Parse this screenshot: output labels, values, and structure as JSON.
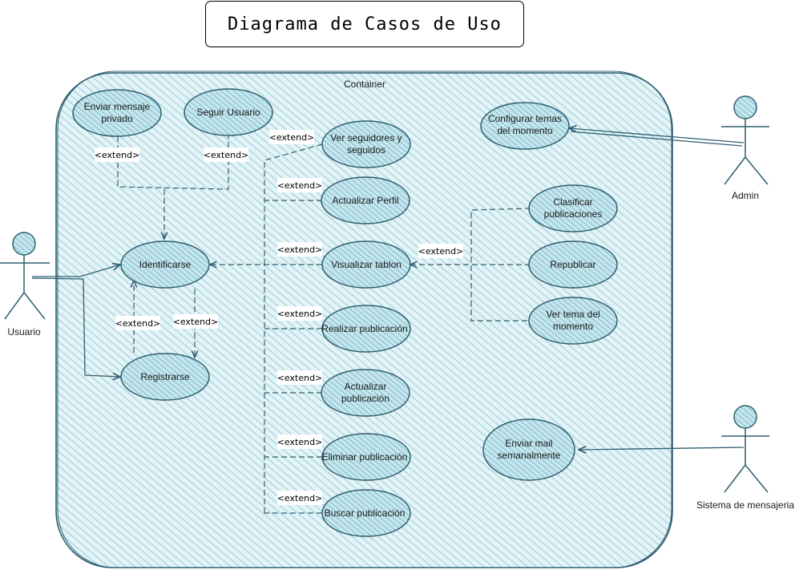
{
  "title": "Diagrama de Casos de Uso",
  "container_label": "Container",
  "extend_label": "<extend>",
  "colors": {
    "fill": "#bfe3ea",
    "stroke": "#2e5f70",
    "hatch": "#8fc7d4",
    "ink": "#000000"
  },
  "actors": {
    "usuario": "Usuario",
    "admin": "Admin",
    "sistema": "Sistema de mensajeria"
  },
  "use_cases": {
    "enviar_mensaje": [
      "Enviar mensaje",
      "privado"
    ],
    "seguir_usuario": [
      "Seguir Usuario"
    ],
    "ver_seguidores": [
      "Ver seguidores y",
      "seguidos"
    ],
    "configurar_temas": [
      "Configurar temas",
      "del momento"
    ],
    "actualizar_perfil": [
      "Actualizar Perfil"
    ],
    "identificarse": [
      "Identificarse"
    ],
    "visualizar_tablon": [
      "Visualizar tablon"
    ],
    "clasificar": [
      "Clasificar",
      "publicaciones"
    ],
    "republicar": [
      "Republicar"
    ],
    "ver_tema": [
      "Ver tema del",
      "momento"
    ],
    "realizar_pub": [
      "Realizar publicación"
    ],
    "registrarse": [
      "Registrarse"
    ],
    "actualizar_pub": [
      "Actualizar",
      "publicación"
    ],
    "eliminar_pub": [
      "Eliminar publicación"
    ],
    "buscar_pub": [
      "Buscar publicación"
    ],
    "enviar_mail": [
      "Enviar mail",
      "semanalmente"
    ]
  }
}
